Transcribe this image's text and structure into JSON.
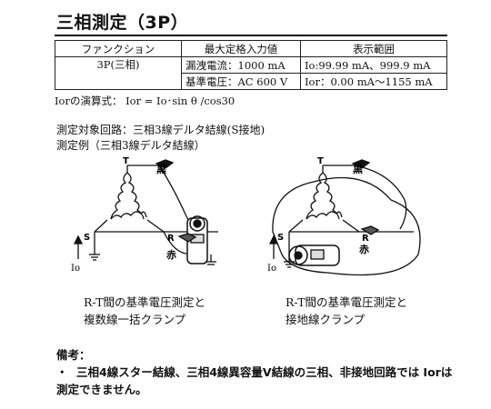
{
  "title": "三相測定（3P）",
  "table": {
    "headers": [
      "ファンクション",
      "最大定格入力値",
      "表示範囲"
    ],
    "function": "3P(三相)",
    "max_leak": "漏洩電流：1000 mA",
    "max_voltage": "基準電圧：AC 600 V",
    "range_io": "Io:99.99 mA、999.9 mA",
    "range_ior": "Ior：0.00 mA～1155 mA"
  },
  "formula": "Iorの演算式：  Ior = Io･sin θ /cos30",
  "circuit": "測定対象回路：三相3線デルタ結線(S接地)",
  "example": "測定例（三相3線デルタ結線）",
  "diagram_left": {
    "t": "T",
    "black": "黒",
    "s": "S",
    "r": "R",
    "red": "赤",
    "io": "Io",
    "caption_1": "R-T間の基準電圧測定と",
    "caption_2": "複数線一括クランプ"
  },
  "diagram_right": {
    "t": "T",
    "black": "黒",
    "s": "S",
    "r": "R",
    "red": "赤",
    "io": "Io",
    "caption_1": "R-T間の基準電圧測定と",
    "caption_2": "接地線クランプ"
  },
  "notes": {
    "heading": "備考：",
    "bullet": "・",
    "text": "三相4線スター結線、三相4線異容量V結線の三相、非接地回路では Iorは測定できません。"
  }
}
